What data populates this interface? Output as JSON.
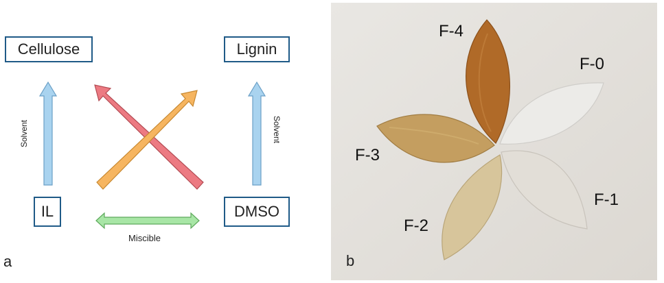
{
  "panel_a": {
    "letter": "a",
    "nodes": {
      "cellulose": "Cellulose",
      "lignin": "Lignin",
      "il": "IL",
      "dmso": "DMSO"
    },
    "labels": {
      "solvent_left": "Solvent",
      "solvent_right": "Solvent",
      "miscible": "Miscible"
    },
    "colors": {
      "box_border": "#1f5a87",
      "blue_arrow": "#a9d3ef",
      "red_arrow": "#ec7a82",
      "orange_arrow": "#f6b560",
      "green_arrow": "#a8e6a6"
    }
  },
  "panel_b": {
    "letter": "b",
    "films": [
      "F-0",
      "F-1",
      "F-2",
      "F-3",
      "F-4"
    ]
  }
}
